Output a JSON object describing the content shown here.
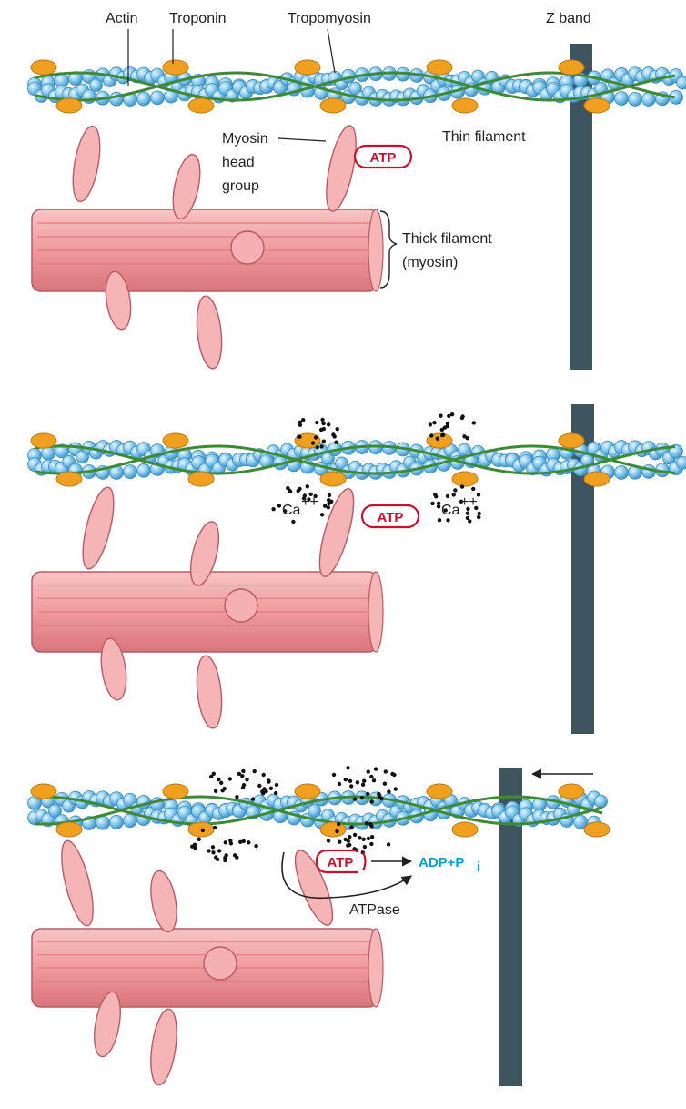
{
  "labels": {
    "actin": "Actin",
    "troponin": "Troponin",
    "tropomyosin": "Tropomyosin",
    "z_band": "Z band",
    "thin_filament": "Thin filament",
    "myosin_head_1": "Myosin",
    "myosin_head_2": "head",
    "myosin_head_3": "group",
    "thick_filament_1": "Thick filament",
    "thick_filament_2": "(myosin)",
    "ca": "Ca",
    "ca_charge": "++",
    "atp": "ATP",
    "adp": "ADP+P",
    "adp_sub": "i",
    "atpase": "ATPase"
  },
  "colors": {
    "actin": "#7ec4ea",
    "actin_edge": "#3b8fc4",
    "tropomyosin": "#3d8a35",
    "troponin": "#f0a020",
    "myosin": "#f2a7a8",
    "myosin_edge": "#b85a62",
    "z_band": "#3e5560",
    "atp_red": "#c8102e",
    "adp_blue": "#00a0e0"
  }
}
